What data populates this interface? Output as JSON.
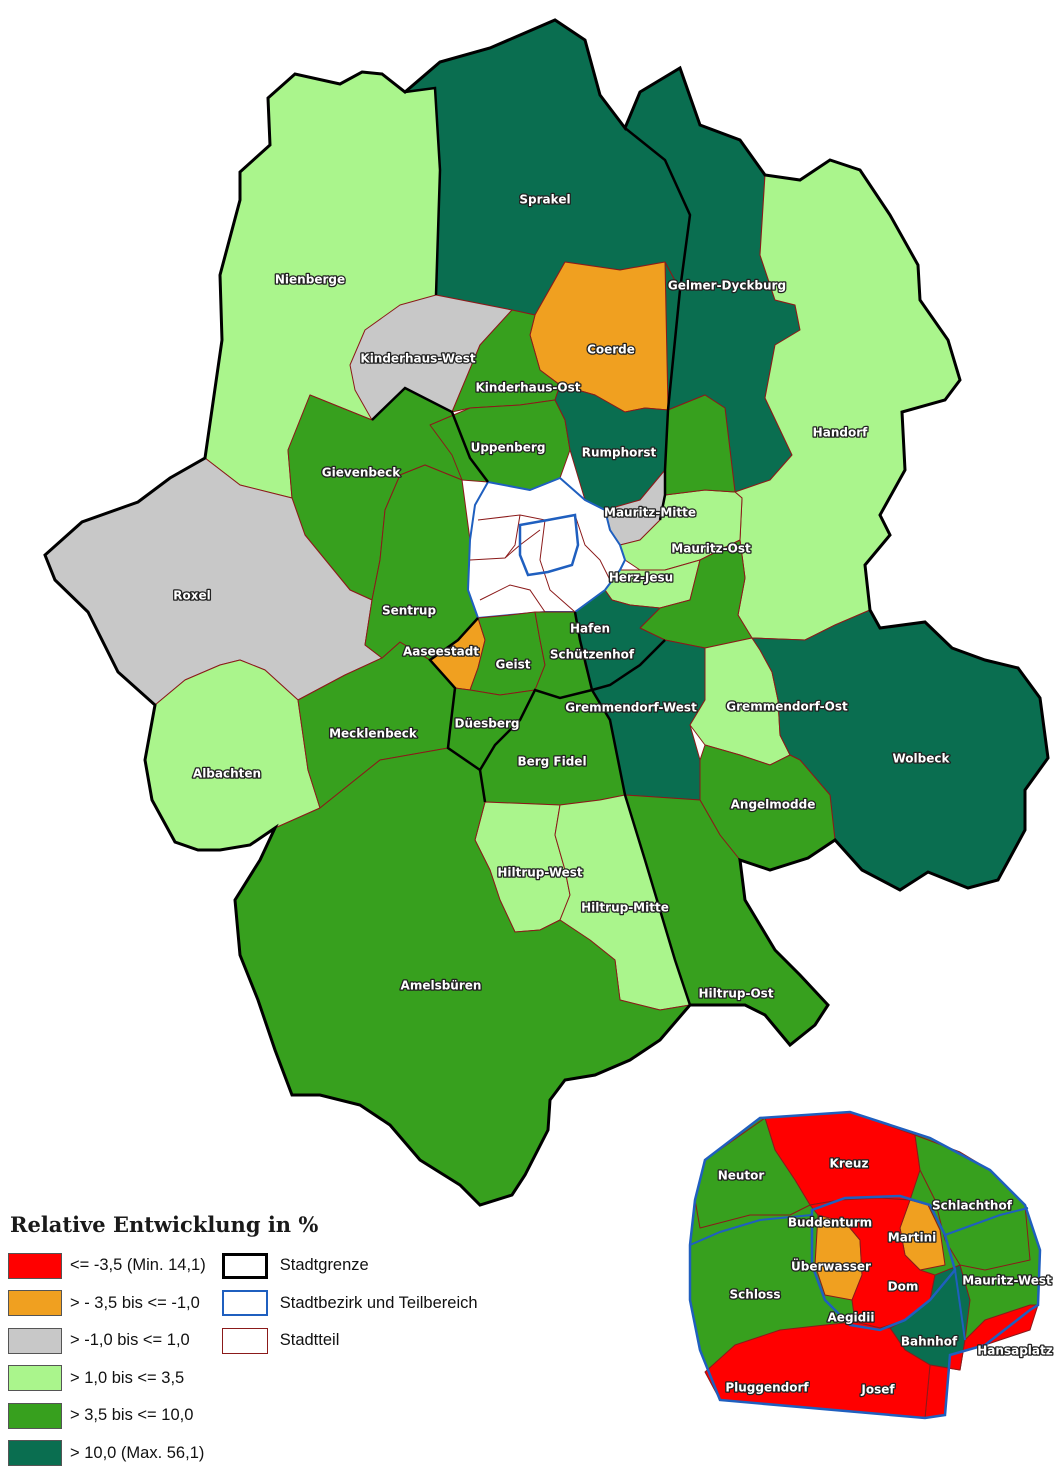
{
  "colors": {
    "c1": "#ff0000",
    "c2": "#f0a020",
    "c3": "#c8c8c8",
    "c4": "#aaf58c",
    "c5": "#37a01e",
    "c6": "#0a6e50",
    "city_boundary": "#000000",
    "district_boundary": "#1f5fbf",
    "part_boundary": "#8b1a1a"
  },
  "legend": {
    "title": "Relative Entwicklung in %",
    "classes": [
      {
        "label": "<= -3,5 (Min. 14,1)",
        "color": "#ff0000"
      },
      {
        "label": ">  - 3,5 bis <= -1,0",
        "color": "#f0a020"
      },
      {
        "label": "> -1,0 bis <= 1,0",
        "color": "#c8c8c8"
      },
      {
        "label": "> 1,0 bis <= 3,5",
        "color": "#aaf58c"
      },
      {
        "label": "> 3,5 bis <= 10,0",
        "color": "#37a01e"
      },
      {
        "label": "> 10,0 (Max. 56,1)",
        "color": "#0a6e50"
      }
    ],
    "boundaries": [
      {
        "label": "Stadtgrenze"
      },
      {
        "label": "Stadtbezirk und Teilbereich"
      },
      {
        "label": "Stadtteil"
      }
    ]
  },
  "districts": [
    {
      "name": "Sprakel",
      "class": 6
    },
    {
      "name": "Gelmer-Dyckburg",
      "class": 6
    },
    {
      "name": "Nienberge",
      "class": 4
    },
    {
      "name": "Coerde",
      "class": 2
    },
    {
      "name": "Kinderhaus-West",
      "class": 3
    },
    {
      "name": "Kinderhaus-Ost",
      "class": 5
    },
    {
      "name": "Handorf",
      "class": 4
    },
    {
      "name": "Uppenberg",
      "class": 5
    },
    {
      "name": "Rumphorst",
      "class": 6
    },
    {
      "name": "Gievenbeck",
      "class": 5
    },
    {
      "name": "Mauritz-Mitte",
      "class": 3
    },
    {
      "name": "Mauritz-Ost",
      "class": 4
    },
    {
      "name": "Roxel",
      "class": 3
    },
    {
      "name": "Herz-Jesu",
      "class": 4
    },
    {
      "name": "Sentrup",
      "class": 5
    },
    {
      "name": "Hafen",
      "class": 6
    },
    {
      "name": "Aaseestadt",
      "class": 2
    },
    {
      "name": "Geist",
      "class": 5
    },
    {
      "name": "Schützenhof",
      "class": 5
    },
    {
      "name": "Albachten",
      "class": 4
    },
    {
      "name": "Gremmendorf-West",
      "class": 6
    },
    {
      "name": "Gremmendorf-Ost",
      "class": 4
    },
    {
      "name": "Mecklenbeck",
      "class": 5
    },
    {
      "name": "Düesberg",
      "class": 5
    },
    {
      "name": "Berg Fidel",
      "class": 5
    },
    {
      "name": "Wolbeck",
      "class": 6
    },
    {
      "name": "Angelmodde",
      "class": 5
    },
    {
      "name": "Hiltrup-West",
      "class": 4
    },
    {
      "name": "Hiltrup-Mitte",
      "class": 4
    },
    {
      "name": "Amelsbüren",
      "class": 5
    },
    {
      "name": "Hiltrup-Ost",
      "class": 5
    }
  ],
  "inset_districts": [
    {
      "name": "Kreuz",
      "class": 1
    },
    {
      "name": "Neutor",
      "class": 5
    },
    {
      "name": "Schlachthof",
      "class": 5
    },
    {
      "name": "Buddenturm",
      "class": 1
    },
    {
      "name": "Martini",
      "class": 2
    },
    {
      "name": "Überwasser",
      "class": 2
    },
    {
      "name": "Dom",
      "class": 1
    },
    {
      "name": "Schloss",
      "class": 5
    },
    {
      "name": "Mauritz-West",
      "class": 5
    },
    {
      "name": "Aegidii",
      "class": 1
    },
    {
      "name": "Bahnhof",
      "class": 6
    },
    {
      "name": "Hansaplatz",
      "class": 1
    },
    {
      "name": "Pluggendorf",
      "class": 1
    },
    {
      "name": "Josef",
      "class": 1
    }
  ]
}
